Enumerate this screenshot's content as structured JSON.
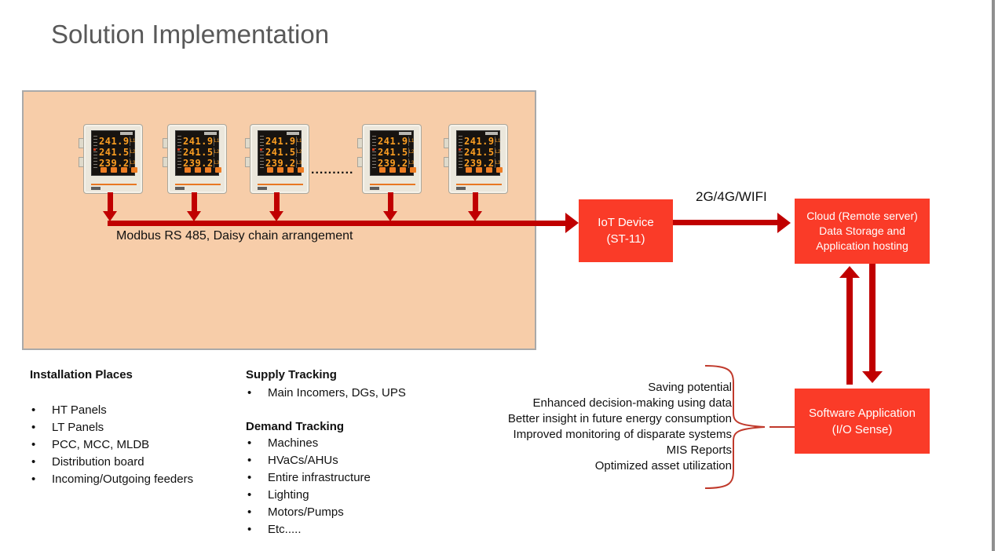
{
  "title": "Solution Implementation",
  "colors": {
    "panel_fill": "#F7CDA9",
    "panel_border": "#A9A9A9",
    "node_red": "#FA3B28",
    "arrow_red": "#C00000",
    "brace_red": "#C0392B",
    "title_gray": "#595959",
    "meter_digit_orange": "#FC9E22"
  },
  "meter": {
    "rows": [
      {
        "value": "241.9",
        "phase": "L1"
      },
      {
        "value": "241.5",
        "phase": "L2"
      },
      {
        "value": "239.2",
        "phase": "L3"
      }
    ]
  },
  "panel": {
    "bus_label": "Modbus RS 485, Daisy chain arrangement",
    "ellipsis": ".........."
  },
  "nodes": {
    "iot": {
      "line1": "IoT Device",
      "line2": "(ST-11)"
    },
    "link_label": "2G/4G/WIFI",
    "cloud": {
      "line1": "Cloud (Remote server)",
      "line2": "Data Storage and",
      "line3": "Application hosting"
    },
    "software": {
      "line1": "Software Application",
      "line2": "(I/O Sense)"
    }
  },
  "benefits": [
    "Saving potential",
    "Enhanced decision-making using data",
    "Better insight in future energy consumption",
    "Improved monitoring of disparate systems",
    "MIS Reports",
    "Optimized asset utilization"
  ],
  "lists": {
    "installation": {
      "heading": "Installation Places",
      "items": [
        "HT Panels",
        "LT Panels",
        "PCC, MCC, MLDB",
        "Distribution board",
        "Incoming/Outgoing feeders"
      ]
    },
    "supply": {
      "heading": "Supply Tracking",
      "items": [
        "Main Incomers, DGs, UPS"
      ]
    },
    "demand": {
      "heading": "Demand Tracking",
      "items": [
        "Machines",
        "HVaCs/AHUs",
        "Entire infrastructure",
        "Lighting",
        "Motors/Pumps",
        "Etc....."
      ]
    }
  }
}
